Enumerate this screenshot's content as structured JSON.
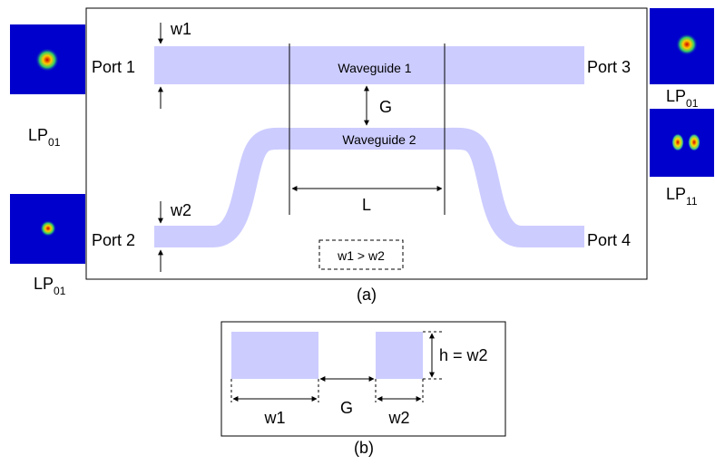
{
  "panel_a": {
    "caption": "(a)",
    "ports": {
      "port1": "Port 1",
      "port2": "Port 2",
      "port3": "Port 3",
      "port4": "Port 4"
    },
    "waveguide1_label": "Waveguide 1",
    "waveguide2_label": "Waveguide 2",
    "dim_w1": "w1",
    "dim_w2": "w2",
    "dim_gap": "G",
    "dim_length": "L",
    "condition": "w1 > w2",
    "modes": {
      "port1": {
        "base": "LP",
        "sub": "01"
      },
      "port2": {
        "base": "LP",
        "sub": "01"
      },
      "port3": {
        "base": "LP",
        "sub": "01"
      },
      "port4": {
        "base": "LP",
        "sub": "11"
      }
    }
  },
  "panel_b": {
    "caption": "(b)",
    "dim_w1": "w1",
    "dim_gap": "G",
    "dim_w2": "w2",
    "height_label": "h = w2"
  },
  "colors": {
    "waveguide": "#ccccff",
    "mode_background": "#0000cc"
  }
}
